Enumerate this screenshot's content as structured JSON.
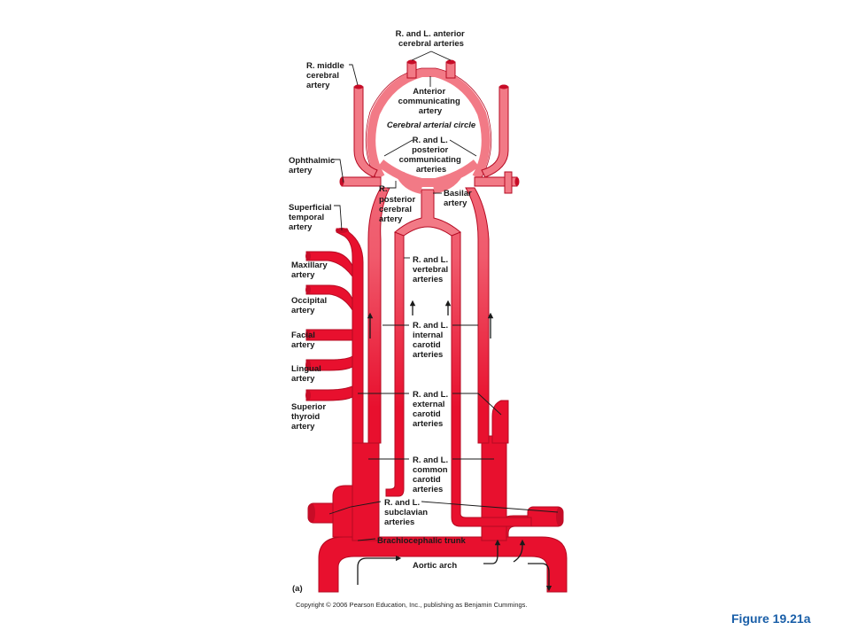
{
  "labels": {
    "anterior_cerebral": [
      "R. and L. anterior",
      "cerebral arteries"
    ],
    "middle_cerebral": [
      "R. middle",
      "cerebral",
      "artery"
    ],
    "anterior_communicating": [
      "Anterior",
      "communicating",
      "artery"
    ],
    "cerebral_circle": "Cerebral arterial circle",
    "posterior_communicating": [
      "R. and L.",
      "posterior",
      "communicating",
      "arteries"
    ],
    "ophthalmic": [
      "Ophthalmic",
      "artery"
    ],
    "posterior_cerebral": [
      "R.",
      "posterior",
      "cerebral",
      "artery"
    ],
    "basilar": [
      "Basilar",
      "artery"
    ],
    "superficial_temporal": [
      "Superficial",
      "temporal",
      "artery"
    ],
    "maxillary": [
      "Maxillary",
      "artery"
    ],
    "vertebral": [
      "R. and L.",
      "vertebral",
      "arteries"
    ],
    "occipital": [
      "Occipital",
      "artery"
    ],
    "internal_carotid": [
      "R. and L.",
      "internal",
      "carotid",
      "arteries"
    ],
    "facial": [
      "Facial",
      "artery"
    ],
    "lingual": [
      "Lingual",
      "artery"
    ],
    "external_carotid": [
      "R. and L.",
      "external",
      "carotid",
      "arteries"
    ],
    "superior_thyroid": [
      "Superior",
      "thyroid",
      "artery"
    ],
    "common_carotid": [
      "R. and L.",
      "common",
      "carotid",
      "arteries"
    ],
    "subclavian": [
      "R. and L.",
      "subclavian",
      "arteries"
    ],
    "brachiocephalic": "Brachiocephalic trunk",
    "aortic_arch": "Aortic arch",
    "panel": "(a)"
  },
  "copyright": "Copyright © 2006 Pearson Education, Inc., publishing as Benjamin Cummings.",
  "figure_id": "Figure 19.21a",
  "colors": {
    "artery_deep": "#e8102e",
    "artery_pale": "#f27a86",
    "outline": "#b50a22",
    "figure_id": "#1a5fa8"
  }
}
